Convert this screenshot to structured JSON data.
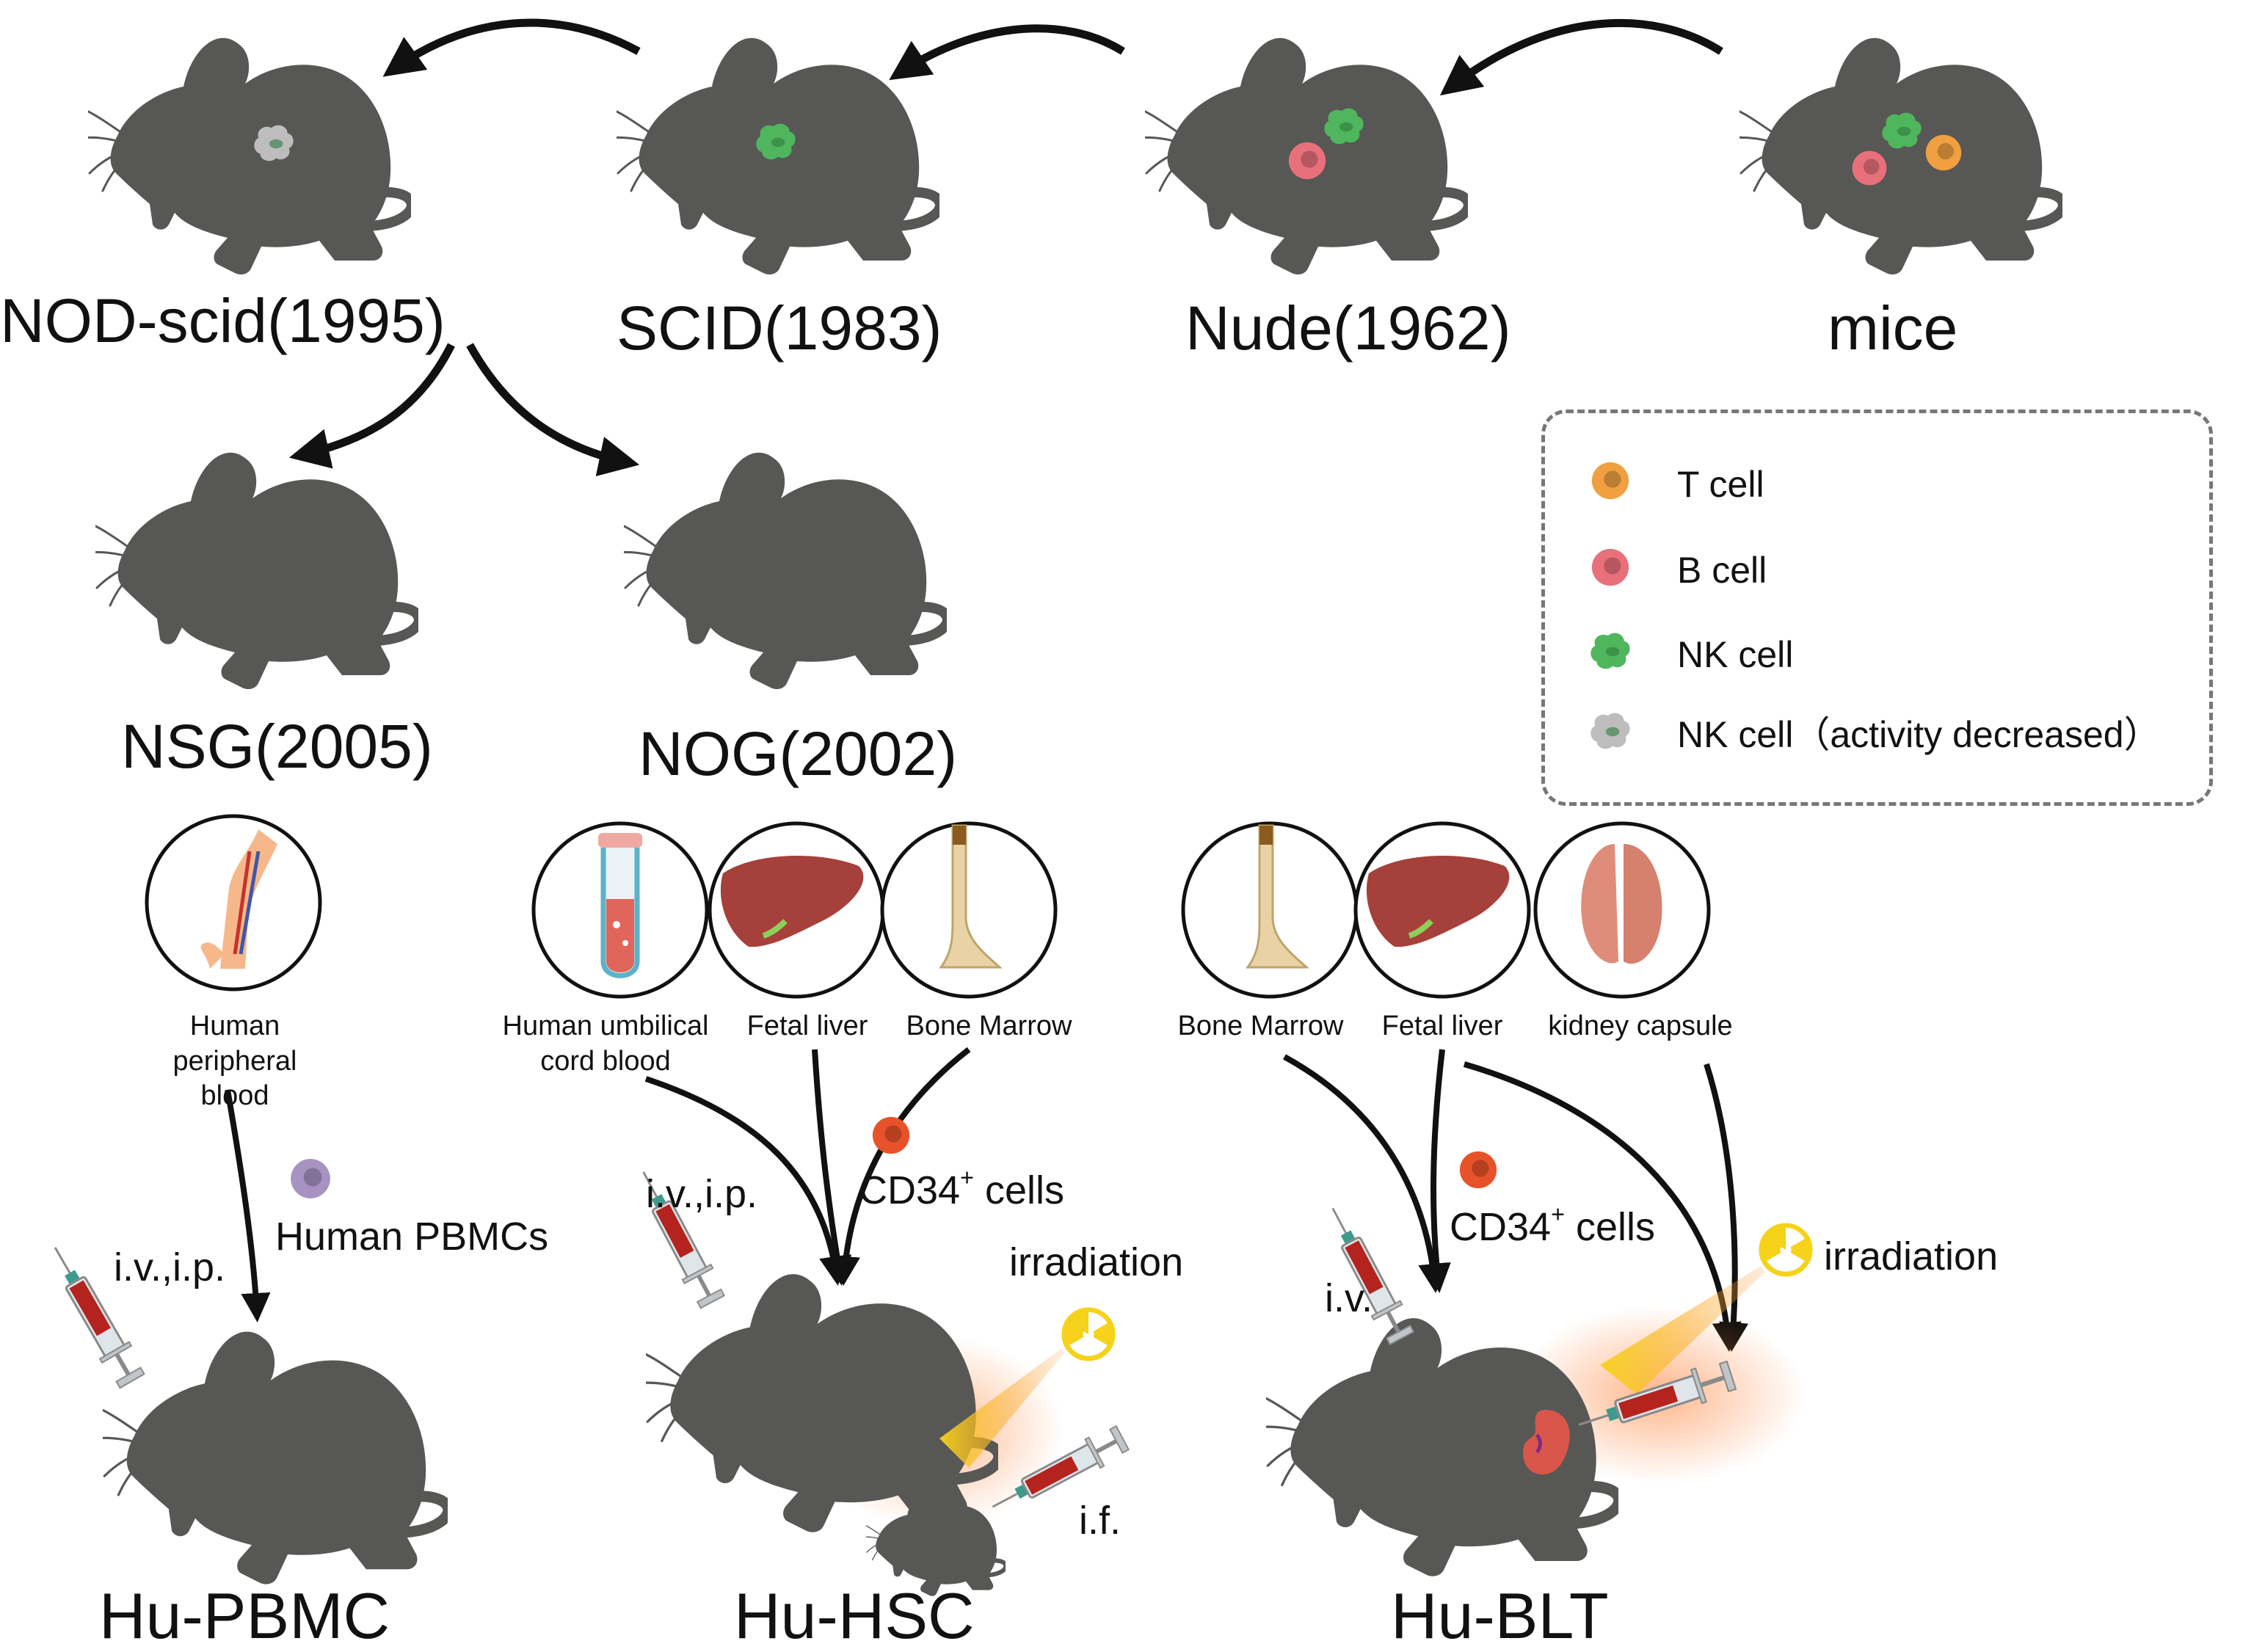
{
  "lineage": {
    "mice": "mice",
    "nude": "Nude(1962)",
    "scid": "SCID(1983)",
    "nod_scid": "NOD-scid(1995)",
    "nsg": "NSG(2005)",
    "nog": "NOG(2002)"
  },
  "legend": {
    "t_cell": "T cell",
    "b_cell": "B cell",
    "nk_cell": "NK cell",
    "nk_cell_decreased": "NK cell（activity decreased）"
  },
  "sources": {
    "peripheral_blood": "Human\nperipheral blood",
    "umbilical_cord_blood": "Human umbilical\ncord blood",
    "fetal_liver": "Fetal liver",
    "bone_marrow": "Bone Marrow",
    "kidney_capsule": "kidney capsule"
  },
  "procedures": {
    "pbmc_route": "i.v.,i.p.",
    "pbmc_cells": "Human PBMCs",
    "hsc_route": "i.v.,i.p.",
    "hsc_cells_prefix": "CD34",
    "hsc_cells_sup": "+",
    "hsc_cells_suffix": " cells",
    "hsc_irradiation": "irradiation",
    "hsc_if": "i.f.",
    "blt_route": "i.v.",
    "blt_cells_prefix": "CD34",
    "blt_cells_sup": "+",
    "blt_cells_suffix": " cells",
    "blt_irradiation": "irradiation"
  },
  "models": {
    "pbmc": "Hu-PBMC",
    "hsc": "Hu-HSC",
    "blt": "Hu-BLT"
  },
  "colors": {
    "mouse": "#575756",
    "t_cell": "#f0a040",
    "b_cell": "#e8707a",
    "nk_cell": "#4fb65e",
    "nk_cell_decreased": "#bdbdbd",
    "pbmc_cell": "#a793c2",
    "cd34_cell": "#e8522a",
    "blood": "#b5231f",
    "radiation": "#f2c400"
  }
}
